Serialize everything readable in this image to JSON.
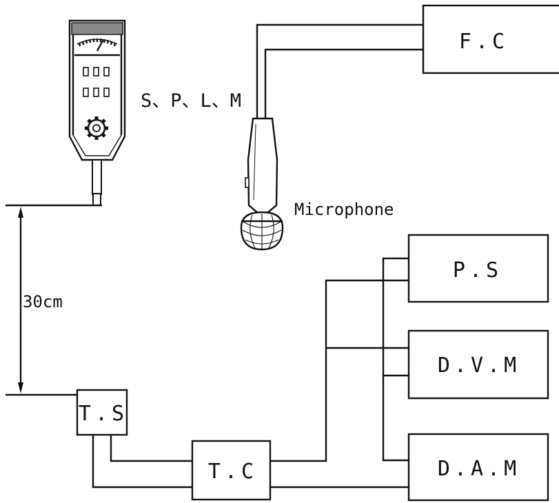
{
  "labels": {
    "fc": "F.C",
    "splm": "S、P、L、M",
    "microphone": "Microphone",
    "ps": "P.S",
    "dvm": "D.V.M",
    "dam": "D.A.M",
    "ts": "T.S",
    "tc": "T.C",
    "distance": "30cm"
  },
  "colors": {
    "ink": "#111111",
    "paper": "#ffffff"
  },
  "icons": [
    "sound-level-meter-icon",
    "microphone-icon"
  ]
}
